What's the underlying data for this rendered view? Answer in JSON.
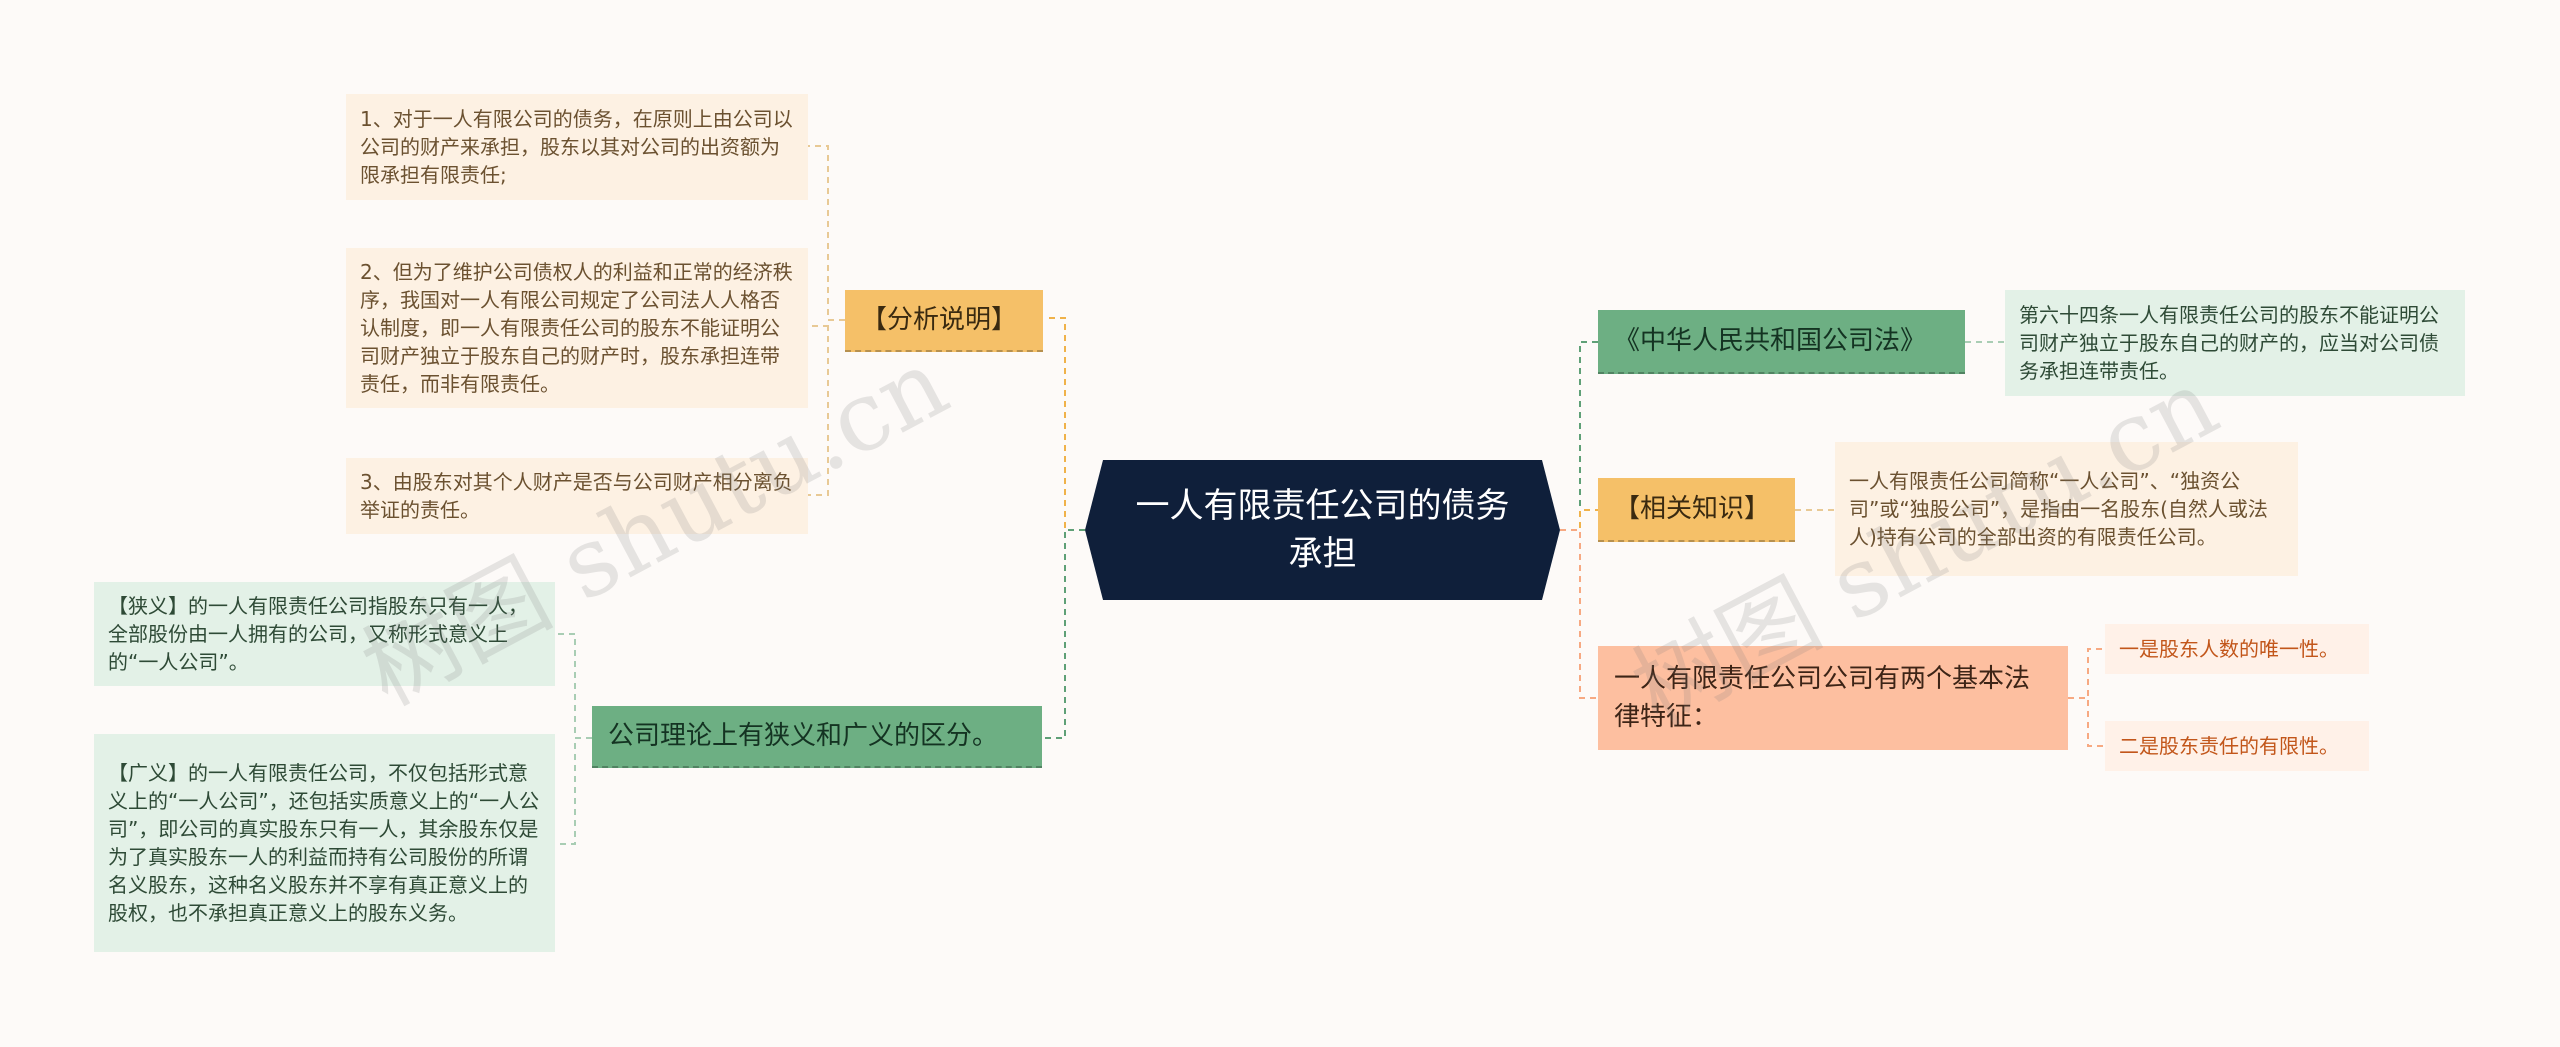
{
  "root": {
    "title": "一人有限责任公司的债务承担"
  },
  "analysis": {
    "label": "【分析说明】",
    "items": [
      "1、对于一人有限公司的债务，在原则上由公司以公司的财产来承担，股东以其对公司的出资额为限承担有限责任;",
      "2、但为了维护公司债权人的利益和正常的经济秩序，我国对一人有限公司规定了公司法人人格否认制度，即一人有限责任公司的股东不能证明公司财产独立于股东自己的财产时，股东承担连带责任，而非有限责任。",
      "3、由股东对其个人财产是否与公司财产相分离负举证的责任。"
    ]
  },
  "theory": {
    "label": "公司理论上有狭义和广义的区分。",
    "items": [
      "【狭义】的一人有限责任公司指股东只有一人，全部股份由一人拥有的公司，又称形式意义上的“一人公司”。",
      "【广义】的一人有限责任公司，不仅包括形式意义上的“一人公司”，还包括实质意义上的“一人公司”，即公司的真实股东只有一人，其余股东仅是为了真实股东一人的利益而持有公司股份的所谓名义股东，这种名义股东并不享有真正意义上的股权，也不承担真正意义上的股东义务。"
    ]
  },
  "law": {
    "label": "《中华人民共和国公司法》",
    "item": "第六十四条一人有限责任公司的股东不能证明公司财产独立于股东自己的财产的，应当对公司债务承担连带责任。"
  },
  "knowledge": {
    "label": "【相关知识】",
    "item": "一人有限责任公司简称“一人公司”、“独资公司”或“独股公司”，是指由一名股东(自然人或法人)持有公司的全部出资的有限责任公司。"
  },
  "features": {
    "label": "一人有限责任公司公司有两个基本法律特征：",
    "items": [
      "一是股东人数的唯一性。",
      "二是股东责任的有限性。"
    ]
  },
  "watermark": "树图 shutu.cn",
  "colors": {
    "orange_line": "#f0b24a",
    "green_line": "#5fa077",
    "salmon_line": "#f7a982",
    "cream_line": "#e8c995",
    "mint_line": "#a9cdb4"
  }
}
